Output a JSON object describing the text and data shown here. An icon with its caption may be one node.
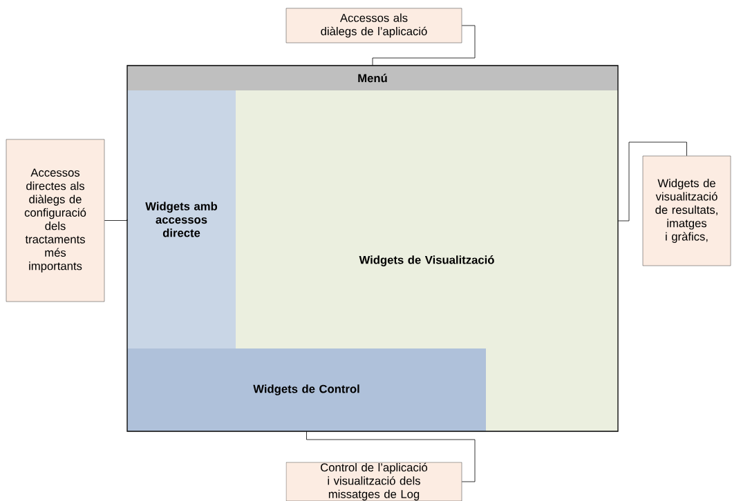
{
  "diagram": {
    "nodes": [
      {
        "text": [],
        "shape": "box"
      },
      {
        "text": [
          "Menú"
        ],
        "in": 0
      },
      {
        "text": [
          "Widgets amb accessos directe"
        ],
        "in": 0
      },
      {
        "text": [
          "Widgets de Visualització"
        ],
        "in": 0
      },
      {
        "text": [
          "Widgets de Control"
        ],
        "in": 0
      },
      {
        "text": [
          "Accessos als diàlegs de l’aplicació"
        ]
      },
      {
        "text": [
          "Accessos directes als diàlegs de configuració dels tractaments més importants"
        ]
      },
      {
        "text": [
          "Widgets de visualització de resultats, imatges i gràfics,"
        ]
      },
      {
        "text": [
          "Control de l’aplicació i visualització dels missatges de Log"
        ]
      }
    ],
    "edges": [
      {
        "from": 5,
        "to": 1,
        "arrow": "none"
      },
      {
        "from": 6,
        "to": 2,
        "arrow": "none"
      },
      {
        "from": 7,
        "to": 3,
        "arrow": "none"
      },
      {
        "from": 8,
        "to": 4,
        "arrow": "none"
      }
    ]
  }
}
